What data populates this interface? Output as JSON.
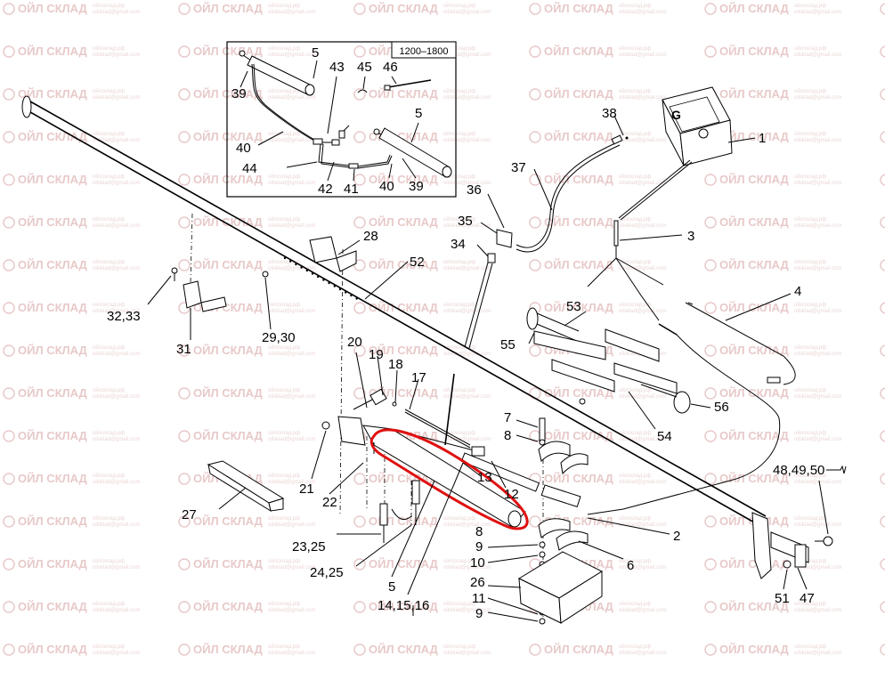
{
  "watermark": {
    "brand": "ОЙЛ СКЛАД",
    "site": "ойлсклад.рф",
    "email": "oilsklad@gmail.com"
  },
  "inset": {
    "range_label": "1200–1800",
    "callouts": [
      "5",
      "39",
      "43",
      "45",
      "46",
      "40",
      "44",
      "42",
      "41",
      "40",
      "39",
      "5"
    ]
  },
  "callouts": {
    "c1": "1",
    "c2": "2",
    "c3": "3",
    "c4": "4",
    "c5": "5",
    "c6": "6",
    "c7": "7",
    "c8a": "8",
    "c8b": "8",
    "c9a": "9",
    "c9b": "9",
    "c10": "10",
    "c11": "11",
    "c12": "12",
    "c13": "13",
    "c14": "14,15,16",
    "c17": "17",
    "c18": "18",
    "c19": "19",
    "c20": "20",
    "c21": "21",
    "c22": "22",
    "c23": "23,25",
    "c24": "24,25",
    "c26": "26",
    "c27": "27",
    "c28": "28",
    "c29": "29,30",
    "c31": "31",
    "c32": "32,33",
    "c34": "34",
    "c35": "35",
    "c36": "36",
    "c37": "37",
    "c38": "38",
    "c47": "47",
    "c48": "48,49,50",
    "c51": "51",
    "c52": "52",
    "c53": "53",
    "c54": "54",
    "c55": "55",
    "c56": "56",
    "c5b": "5"
  },
  "highlight_color": "#e01010",
  "ink_color": "#000000",
  "watermark_color": "#e8c9c9"
}
